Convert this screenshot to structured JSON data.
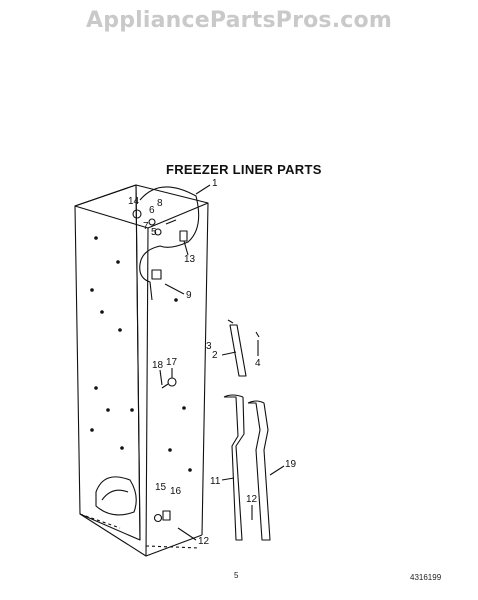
{
  "watermark": "AppliancePartsPros.com",
  "title": "FREEZER LINER PARTS",
  "page_number": "5",
  "doc_code": "4316199",
  "callouts": {
    "c1": "1",
    "c2": "2",
    "c3": "3",
    "c4": "4",
    "c5": "5",
    "c6": "6",
    "c7": "7",
    "c8": "8",
    "c9": "9",
    "c11": "11",
    "c12a": "12",
    "c12b": "12",
    "c13": "13",
    "c14": "14",
    "c15": "15",
    "c16": "16",
    "c17": "17",
    "c18": "18",
    "c19": "19"
  }
}
